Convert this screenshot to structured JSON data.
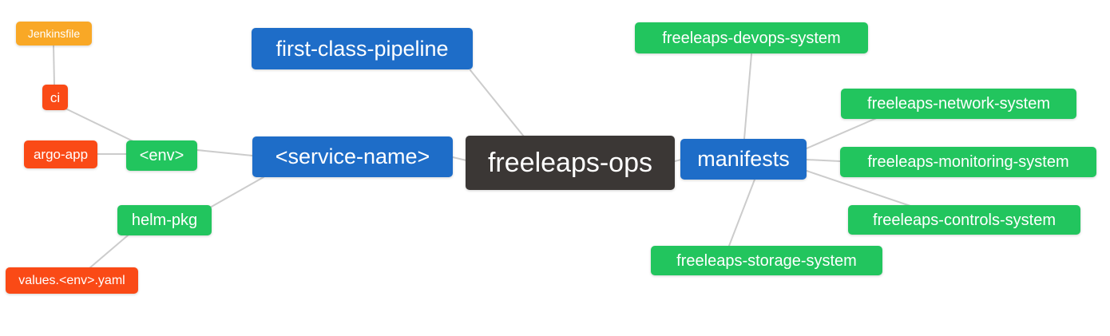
{
  "diagram": {
    "type": "mindmap",
    "root_label": "freeleaps-ops",
    "nodes": {
      "root": "freeleaps-ops",
      "first_class_pipeline": "first-class-pipeline",
      "service_name": "<service-name>",
      "env": "<env>",
      "ci": "ci",
      "jenkinsfile": "Jenkinsfile",
      "argo_app": "argo-app",
      "helm_pkg": "helm-pkg",
      "values_env_yaml": "values.<env>.yaml",
      "manifests": "manifests",
      "devops_system": "freeleaps-devops-system",
      "network_system": "freeleaps-network-system",
      "monitoring_system": "freeleaps-monitoring-system",
      "controls_system": "freeleaps-controls-system",
      "storage_system": "freeleaps-storage-system"
    },
    "connections": [
      [
        "jenkinsfile",
        "ci"
      ],
      [
        "ci",
        "env"
      ],
      [
        "argo_app",
        "env"
      ],
      [
        "env",
        "service_name"
      ],
      [
        "helm_pkg",
        "service_name"
      ],
      [
        "values_env_yaml",
        "helm_pkg"
      ],
      [
        "first_class_pipeline",
        "root"
      ],
      [
        "service_name",
        "root"
      ],
      [
        "root",
        "manifests"
      ],
      [
        "manifests",
        "devops_system"
      ],
      [
        "manifests",
        "network_system"
      ],
      [
        "manifests",
        "monitoring_system"
      ],
      [
        "manifests",
        "controls_system"
      ],
      [
        "manifests",
        "storage_system"
      ]
    ],
    "colors": {
      "root_node": "#3b3735",
      "branch_node": "#1e6dc8",
      "green_node": "#22c55e",
      "red_node": "#fa4a16",
      "orange_node": "#f9a826",
      "edge": "#cccccc",
      "node_text": "#ffffff",
      "background": "#ffffff"
    }
  }
}
